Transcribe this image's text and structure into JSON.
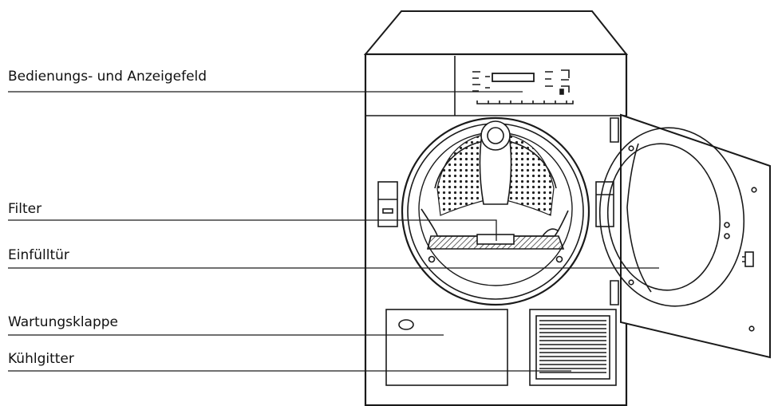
{
  "labels": {
    "bedienfeld": "Bedienungs- und Anzeigefeld",
    "filter": "Filter",
    "einfuelltuer": "Einfülltür",
    "wartungsklappe": "Wartungsklappe",
    "kuehlgitter": "Kühlgitter"
  },
  "colors": {
    "line": "#1a1a1a",
    "background": "#ffffff"
  }
}
